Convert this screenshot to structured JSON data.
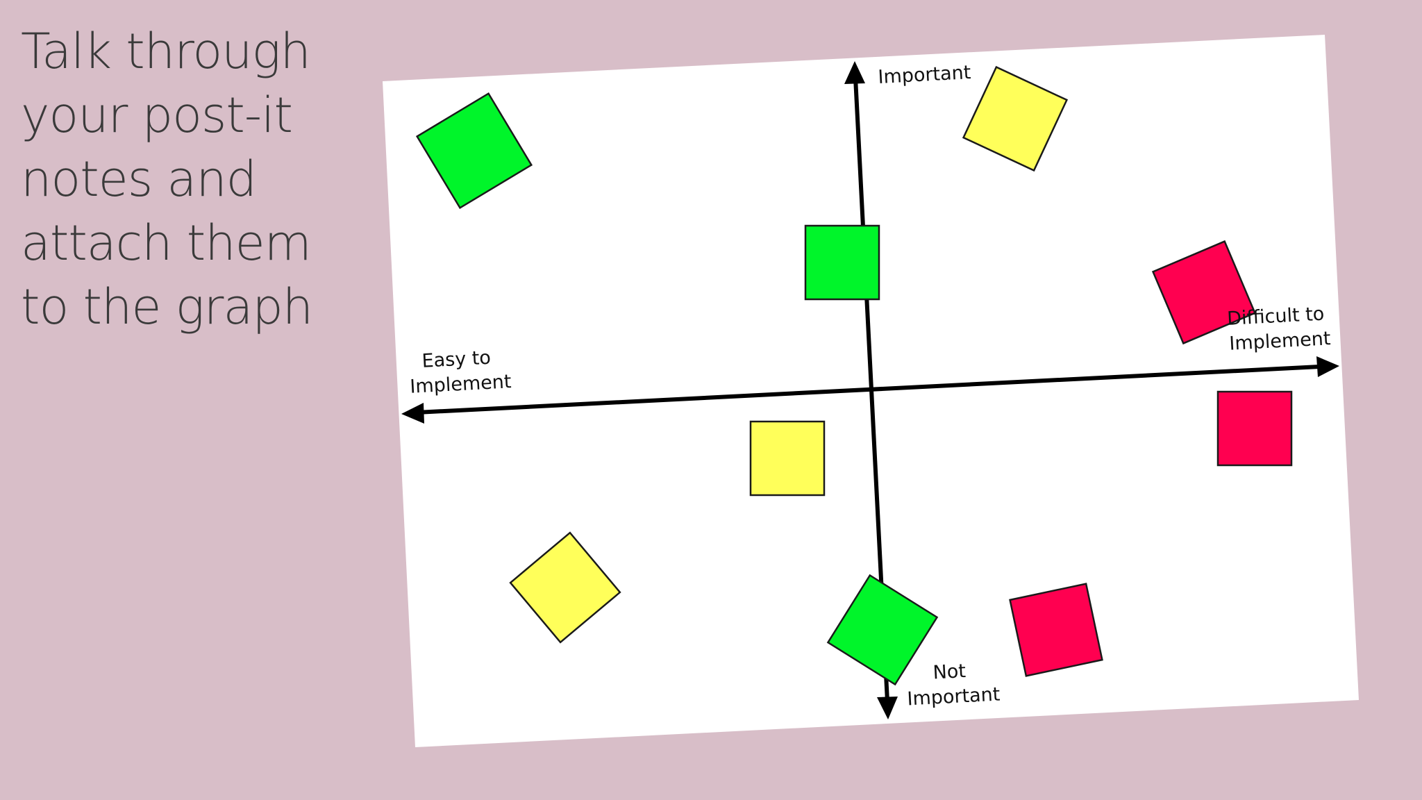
{
  "slide": {
    "background": "#d8bec8",
    "title_lines": [
      "Talk through",
      "your post-it",
      "notes and",
      "attach them",
      "to the graph"
    ]
  },
  "board": {
    "background": "#ffffff"
  },
  "axes": {
    "y_top_label": "Important",
    "y_bottom_label_lines": [
      "Not",
      "Important"
    ],
    "x_left_label_lines": [
      "Easy to",
      "Implement"
    ],
    "x_right_label_lines": [
      "Difficult to",
      "Implement"
    ],
    "color": "#000000"
  },
  "note_colors": {
    "green": "#00f52a",
    "yellow": "#ffff5a",
    "red": "#ff0050"
  },
  "notes": [
    {
      "color": "green"
    },
    {
      "color": "yellow"
    },
    {
      "color": "green"
    },
    {
      "color": "red"
    },
    {
      "color": "red"
    },
    {
      "color": "yellow"
    },
    {
      "color": "yellow"
    },
    {
      "color": "green"
    },
    {
      "color": "red"
    }
  ]
}
